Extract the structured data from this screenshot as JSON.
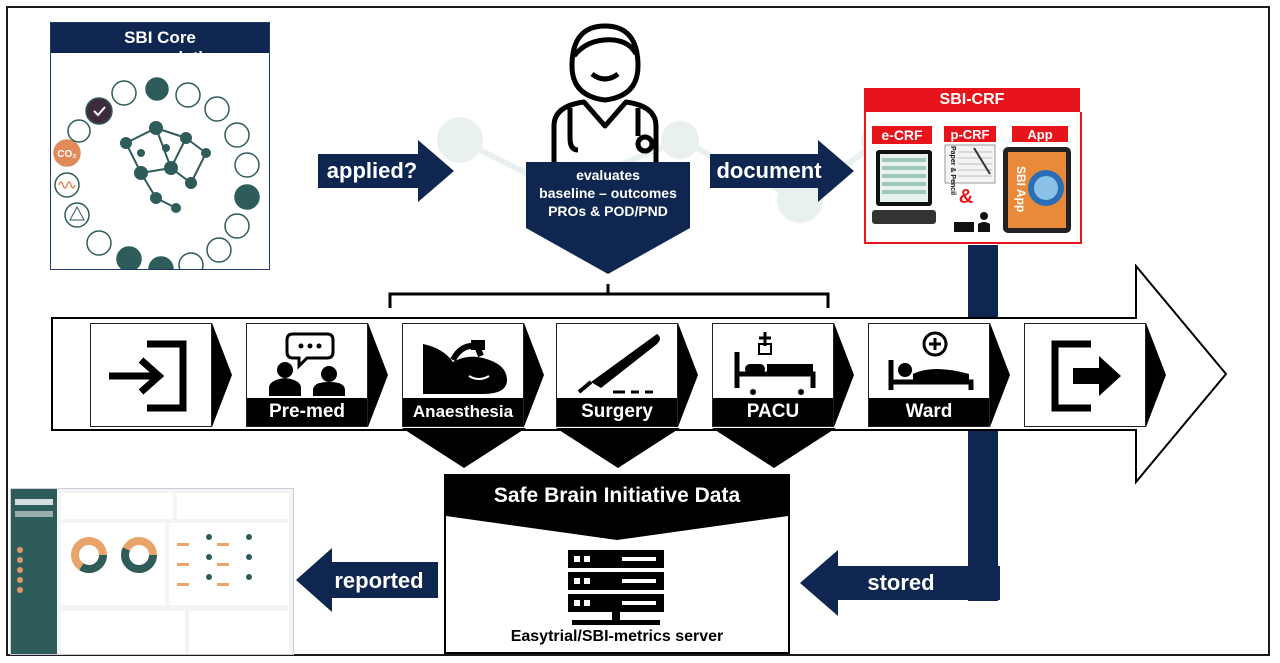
{
  "core": {
    "title": "SBI Core recommendations",
    "co2": "CO₂"
  },
  "flow": {
    "applied": "applied?",
    "document": "document",
    "reported": "reported",
    "stored": "stored"
  },
  "clinician": {
    "line1": "evaluates",
    "line2": "baseline – outcomes",
    "line3": "PROs & POD/PND"
  },
  "crf": {
    "title": "SBI-CRF",
    "ecrf": "e-CRF",
    "pcrf": "p-CRF",
    "paper": "Paper & Pencil",
    "amp": "&",
    "app": "App",
    "sbi_app": "SBI App"
  },
  "stages": [
    {
      "id": "entry",
      "label": ""
    },
    {
      "id": "premed",
      "label": "Pre-med"
    },
    {
      "id": "anaesthesia",
      "label": "Anaesthesia"
    },
    {
      "id": "surgery",
      "label": "Surgery"
    },
    {
      "id": "pacu",
      "label": "PACU"
    },
    {
      "id": "ward",
      "label": "Ward"
    },
    {
      "id": "exit",
      "label": ""
    }
  ],
  "server": {
    "title": "Safe Brain Initiative Data",
    "caption": "Easytrial/SBI-metrics server"
  },
  "colors": {
    "navy": "#0f2750",
    "red": "#e8141b",
    "teal": "#2e5c5a",
    "black": "#000000"
  }
}
